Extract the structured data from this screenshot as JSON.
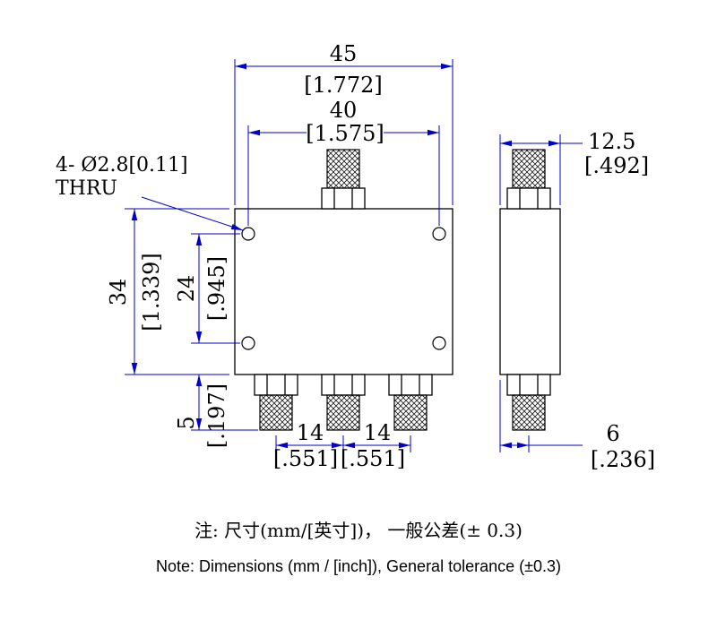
{
  "drawing": {
    "hole_note": {
      "line1": "4- Ø2.8[0.11]",
      "line2": "THRU"
    },
    "dimensions": {
      "overall_width": {
        "mm": "45",
        "inch": "[1.772]"
      },
      "hole_spacing_horizontal": {
        "mm": "40",
        "inch": "[1.575]"
      },
      "side_width": {
        "mm": "12.5",
        "inch": "[.492]"
      },
      "overall_height": {
        "mm": "34",
        "inch": "[1.339]"
      },
      "hole_spacing_vertical": {
        "mm": "24",
        "inch": "[.945]"
      },
      "connector_protrusion": {
        "mm": "5",
        "inch": "[.197]"
      },
      "port_pitch_left": {
        "mm": "14",
        "inch": "[.551]"
      },
      "port_pitch_right": {
        "mm": "14",
        "inch": "[.551]"
      },
      "side_port_offset": {
        "mm": "6",
        "inch": "[.236]"
      }
    },
    "notes": {
      "chinese": "注: 尺寸(mm/[英寸])， 一般公差(± 0.3)",
      "english": "Note: Dimensions (mm / [inch]), General tolerance (±0.3)"
    },
    "colors": {
      "dimension_line": "#0000c8",
      "outline": "#000000",
      "text": "#000000"
    }
  }
}
